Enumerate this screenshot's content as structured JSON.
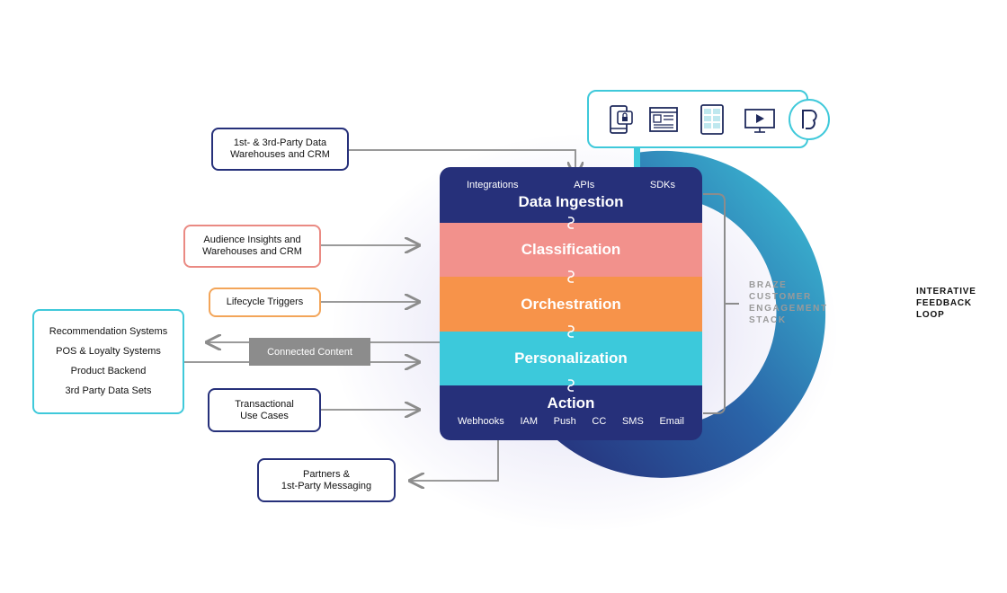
{
  "stack": {
    "ingestion": {
      "title": "Data Ingestion",
      "sublabels": [
        "Integrations",
        "APIs",
        "SDKs"
      ]
    },
    "classification": {
      "title": "Classification"
    },
    "orchestration": {
      "title": "Orchestration"
    },
    "personalization": {
      "title": "Personalization"
    },
    "action": {
      "title": "Action",
      "sublabels": [
        "Webhooks",
        "IAM",
        "Push",
        "CC",
        "SMS",
        "Email"
      ]
    }
  },
  "inputs": {
    "warehouses": [
      "1st- & 3rd-Party Data",
      "Warehouses and CRM"
    ],
    "audience": [
      "Audience Insights and",
      "Warehouses and CRM"
    ],
    "lifecycle": [
      "Lifecycle Triggers"
    ],
    "transactional": [
      "Transactional",
      "Use Cases"
    ],
    "partners": [
      "Partners &",
      "1st-Party Messaging"
    ]
  },
  "external_systems": [
    "Recommendation Systems",
    "POS & Loyalty Systems",
    "Product Backend",
    "3rd Party Data Sets"
  ],
  "connected_content": "Connected Content",
  "stack_label": [
    "BRAZE",
    "CUSTOMER",
    "ENGAGEMENT",
    "STACK"
  ],
  "loop_label": [
    "INTERATIVE",
    "FEEDBACK",
    "LOOP"
  ],
  "channel_icons": [
    "mobile-lock-icon",
    "web-page-icon",
    "tablet-grid-icon",
    "desktop-video-icon",
    "braze-logo-icon"
  ],
  "colors": {
    "navy": "#26307a",
    "salmon": "#f2918c",
    "orange": "#f7934a",
    "teal": "#3cc9db",
    "connector": "#8c8c8c"
  }
}
